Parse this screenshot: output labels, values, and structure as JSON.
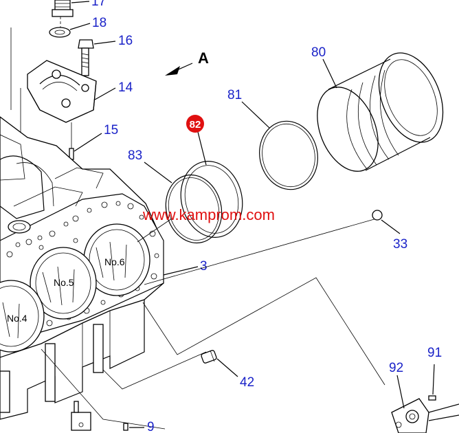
{
  "diagram": {
    "watermark": "www.kamprom.com",
    "direction_arrow_label": "A",
    "highlighted_part": "82",
    "colors": {
      "callout": "#1a22c8",
      "highlight": "#e01010",
      "line": "#000000"
    },
    "callouts": {
      "p17": "17",
      "p18": "18",
      "p16": "16",
      "p14": "14",
      "p15": "15",
      "p80": "80",
      "p81": "81",
      "p82": "82",
      "p83": "83",
      "p33": "33",
      "p3": "3",
      "p42": "42",
      "p9": "9",
      "p92": "92",
      "p91": "91"
    },
    "cylinders": {
      "c4": "No.4",
      "c5": "No.5",
      "c6": "No.6"
    }
  }
}
